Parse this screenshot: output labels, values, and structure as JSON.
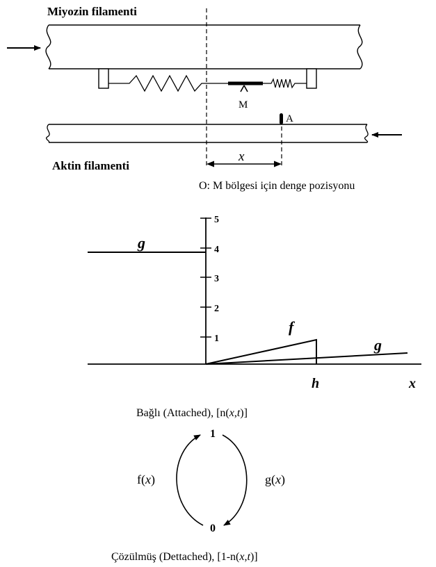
{
  "top": {
    "myosin_label": "Miyozin filamenti",
    "actin_label": "Aktin filamenti",
    "m_label": "M",
    "a_label": "A",
    "x_label": "x",
    "equilibrium_note": "O: M bölgesi için denge pozisyonu"
  },
  "graph": {
    "y_ticks": [
      "1",
      "2",
      "3",
      "4",
      "5"
    ],
    "g_label_left": "g",
    "f_label": "f",
    "g_label_right": "g",
    "h_label": "h",
    "x_label": "x"
  },
  "cycle": {
    "attached": {
      "prefix": "Bağlı (Attached), [n(",
      "x": "x",
      "comma": ",",
      "t": "t",
      "suffix": ")]"
    },
    "state_one": "1",
    "state_zero": "0",
    "f_prefix": "f(",
    "f_x": "x",
    "f_suffix": ")",
    "g_prefix": "g(",
    "g_x": "x",
    "g_suffix": ")",
    "detached": {
      "prefix": "Çözülmüş (Dettached), [1-n(",
      "x": "x",
      "comma": ",",
      "t": "t",
      "suffix": ")]"
    }
  }
}
